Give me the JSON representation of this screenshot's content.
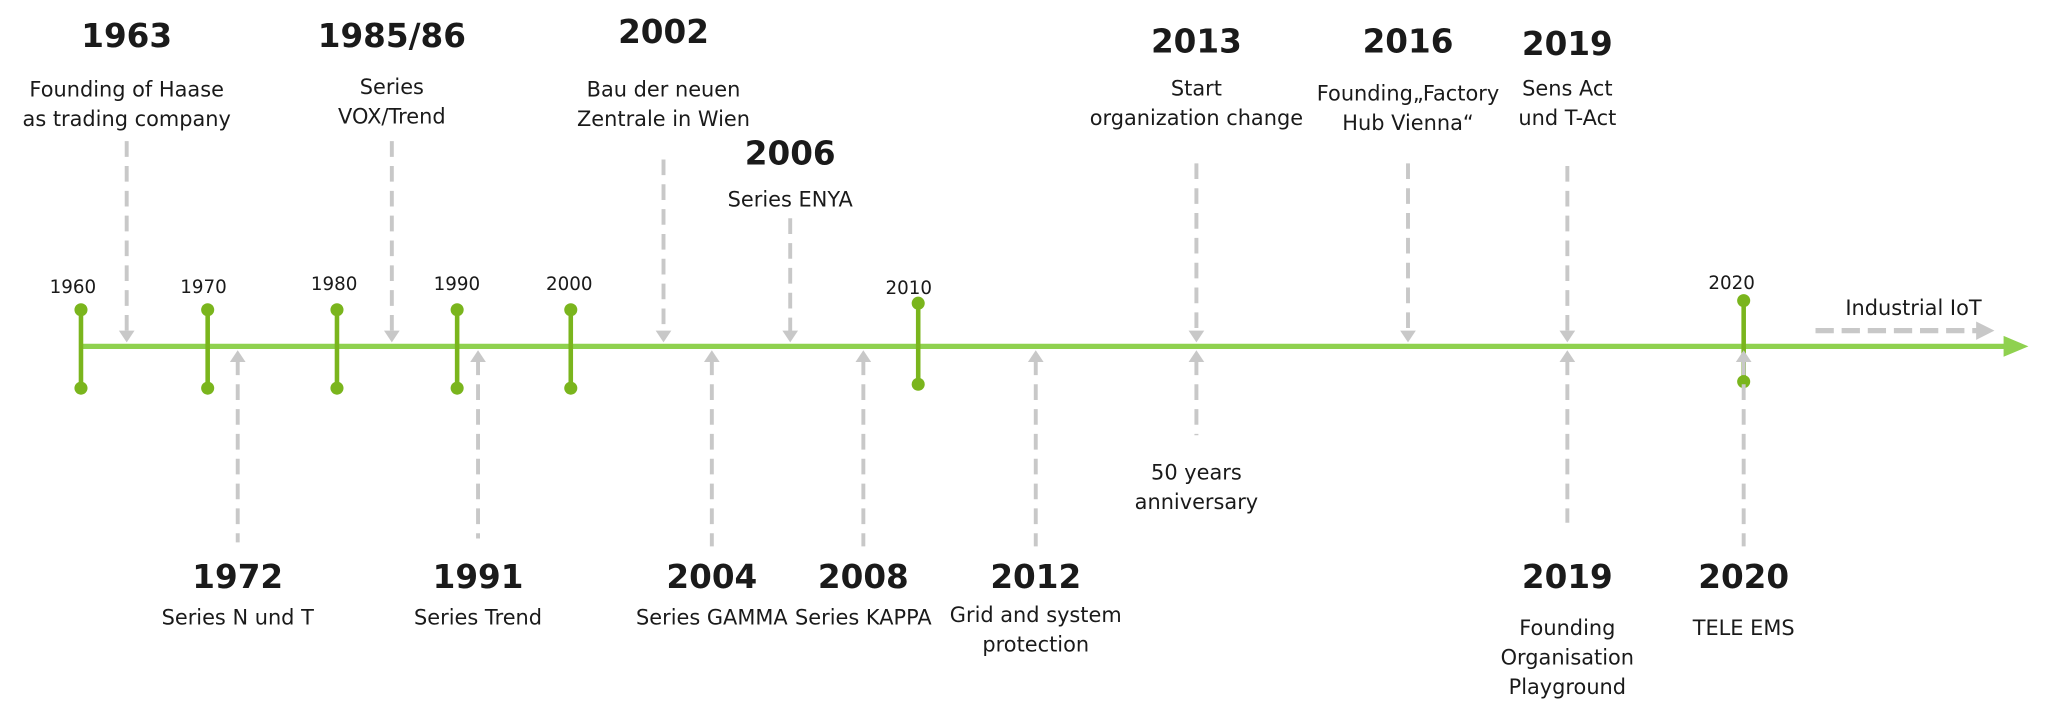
{
  "colors": {
    "axis": "#8fd14f",
    "marker": "#7ab51d",
    "arrow": "#c8c8c8",
    "text": "#1a1a1a"
  },
  "decades": [
    "1960",
    "1970",
    "1980",
    "1990",
    "2000",
    "2010",
    "2020"
  ],
  "events": [
    {
      "year": "1963",
      "side": "top",
      "lines": [
        "Founding of Haase",
        "as trading company"
      ]
    },
    {
      "year": "1985/86",
      "side": "top",
      "lines": [
        "Series",
        "VOX/Trend"
      ]
    },
    {
      "year": "2002",
      "side": "top",
      "lines": [
        "Bau der neuen",
        "Zentrale in Wien"
      ]
    },
    {
      "year": "2006",
      "side": "top",
      "lines": [
        "Series ENYA"
      ]
    },
    {
      "year": "2013",
      "side": "top",
      "lines": [
        "Start",
        "organization change"
      ]
    },
    {
      "year": "2016",
      "side": "top",
      "lines": [
        "Founding„Factory",
        "Hub Vienna“"
      ]
    },
    {
      "year": "2019",
      "side": "top",
      "lines": [
        "Sens Act",
        "und T-Act"
      ]
    },
    {
      "year": "1972",
      "side": "bottom",
      "lines": [
        "Series N und T"
      ]
    },
    {
      "year": "1991",
      "side": "bottom",
      "lines": [
        "Series Trend"
      ]
    },
    {
      "year": "2004",
      "side": "bottom",
      "lines": [
        "Series GAMMA"
      ]
    },
    {
      "year": "2008",
      "side": "bottom",
      "lines": [
        "Series KAPPA"
      ]
    },
    {
      "year": "2012",
      "side": "bottom",
      "lines": [
        "Grid and system",
        "protection"
      ]
    },
    {
      "year": "",
      "side": "bottom",
      "lines": [
        "50 years",
        "anniversary"
      ]
    },
    {
      "year": "2019",
      "side": "bottom",
      "lines": [
        "Founding",
        "Organisation",
        "Playground"
      ]
    },
    {
      "year": "2020",
      "side": "bottom",
      "lines": [
        "TELE EMS"
      ]
    }
  ],
  "future": {
    "label": "Industrial IoT"
  }
}
